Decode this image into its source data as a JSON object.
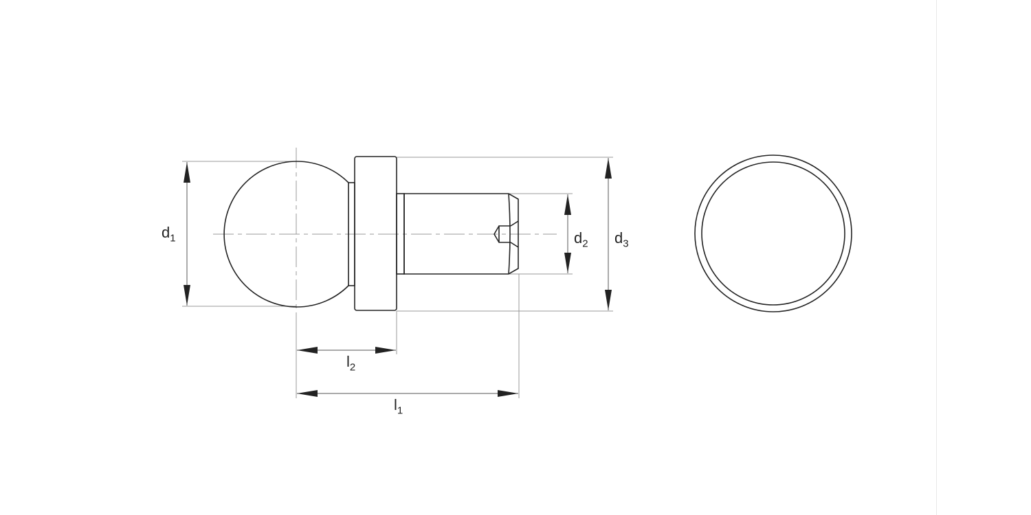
{
  "labels": {
    "d1": {
      "main": "d",
      "sub": "1"
    },
    "d2": {
      "main": "d",
      "sub": "2"
    },
    "d3": {
      "main": "d",
      "sub": "3"
    },
    "l1": {
      "main": "l",
      "sub": "1"
    },
    "l2": {
      "main": "l",
      "sub": "2"
    }
  },
  "colors": {
    "outline": "#222222",
    "dimension": "#888888"
  }
}
